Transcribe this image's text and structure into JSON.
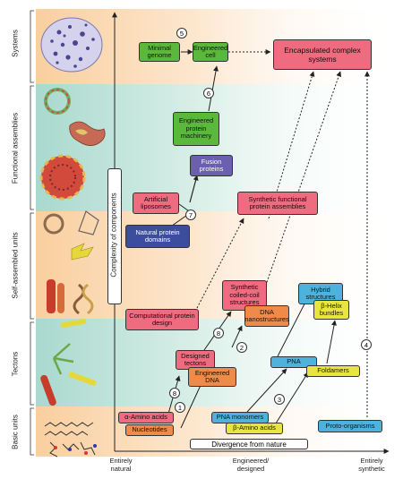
{
  "levels": {
    "systems": "Systems",
    "functional": "Functional assemblies",
    "self_assembled": "Self-assembled units",
    "tectons": "Tectons",
    "basic": "Basic units"
  },
  "axes": {
    "y_label": "Complexity of components",
    "x_label": "Divergence from nature",
    "x_left": [
      "Entirely",
      "natural"
    ],
    "x_mid": [
      "Engineered/",
      "designed"
    ],
    "x_right": [
      "Entirely",
      "synthetic"
    ]
  },
  "boxes": {
    "minimal_genome": "Minimal genome",
    "engineered_cell": "Engineered cell",
    "encapsulated": "Encapsulated complex systems",
    "engineered_protein_machinery": "Engineered protein machinery",
    "fusion_proteins": "Fusion proteins",
    "artificial_liposomes": "Artificial liposomes",
    "synthetic_functional": "Synthetic functional protein assemblies",
    "natural_protein_domains": "Natural protein domains",
    "computational_design": "Computational protein design",
    "synthetic_coiled_coil": "Synthetic coiled-coil structures",
    "dna_nanostructures": "DNA nanostructures",
    "hybrid_structures": "Hybrid structures",
    "beta_helix": "β-Helix bundles",
    "designed_tectons": "Designed tectons",
    "engineered_dna": "Engineered DNA",
    "pna": "PNA",
    "foldamers": "Foldamers",
    "alpha_amino": "α-Amino acids",
    "nucleotides": "Nucleotides",
    "pna_monomers": "PNA monomers",
    "beta_amino": "β-Amino acids",
    "proto_organisms": "Proto-organisms"
  },
  "numbers": {
    "n5": "5",
    "n6": "6",
    "n7": "7",
    "n8a": "8",
    "n8b": "8",
    "n1": "1",
    "n2": "2",
    "n3": "3",
    "n4": "4"
  },
  "colors": {
    "pink": "#ee6b80",
    "green": "#5ab83d",
    "purple": "#6b5fb0",
    "navy": "#3d4d9e",
    "orange": "#f08a48",
    "cyan": "#4db3dd",
    "yellow": "#e8e440",
    "band_warm": "#fbe3c6",
    "band_cool": "#d8efe8"
  }
}
